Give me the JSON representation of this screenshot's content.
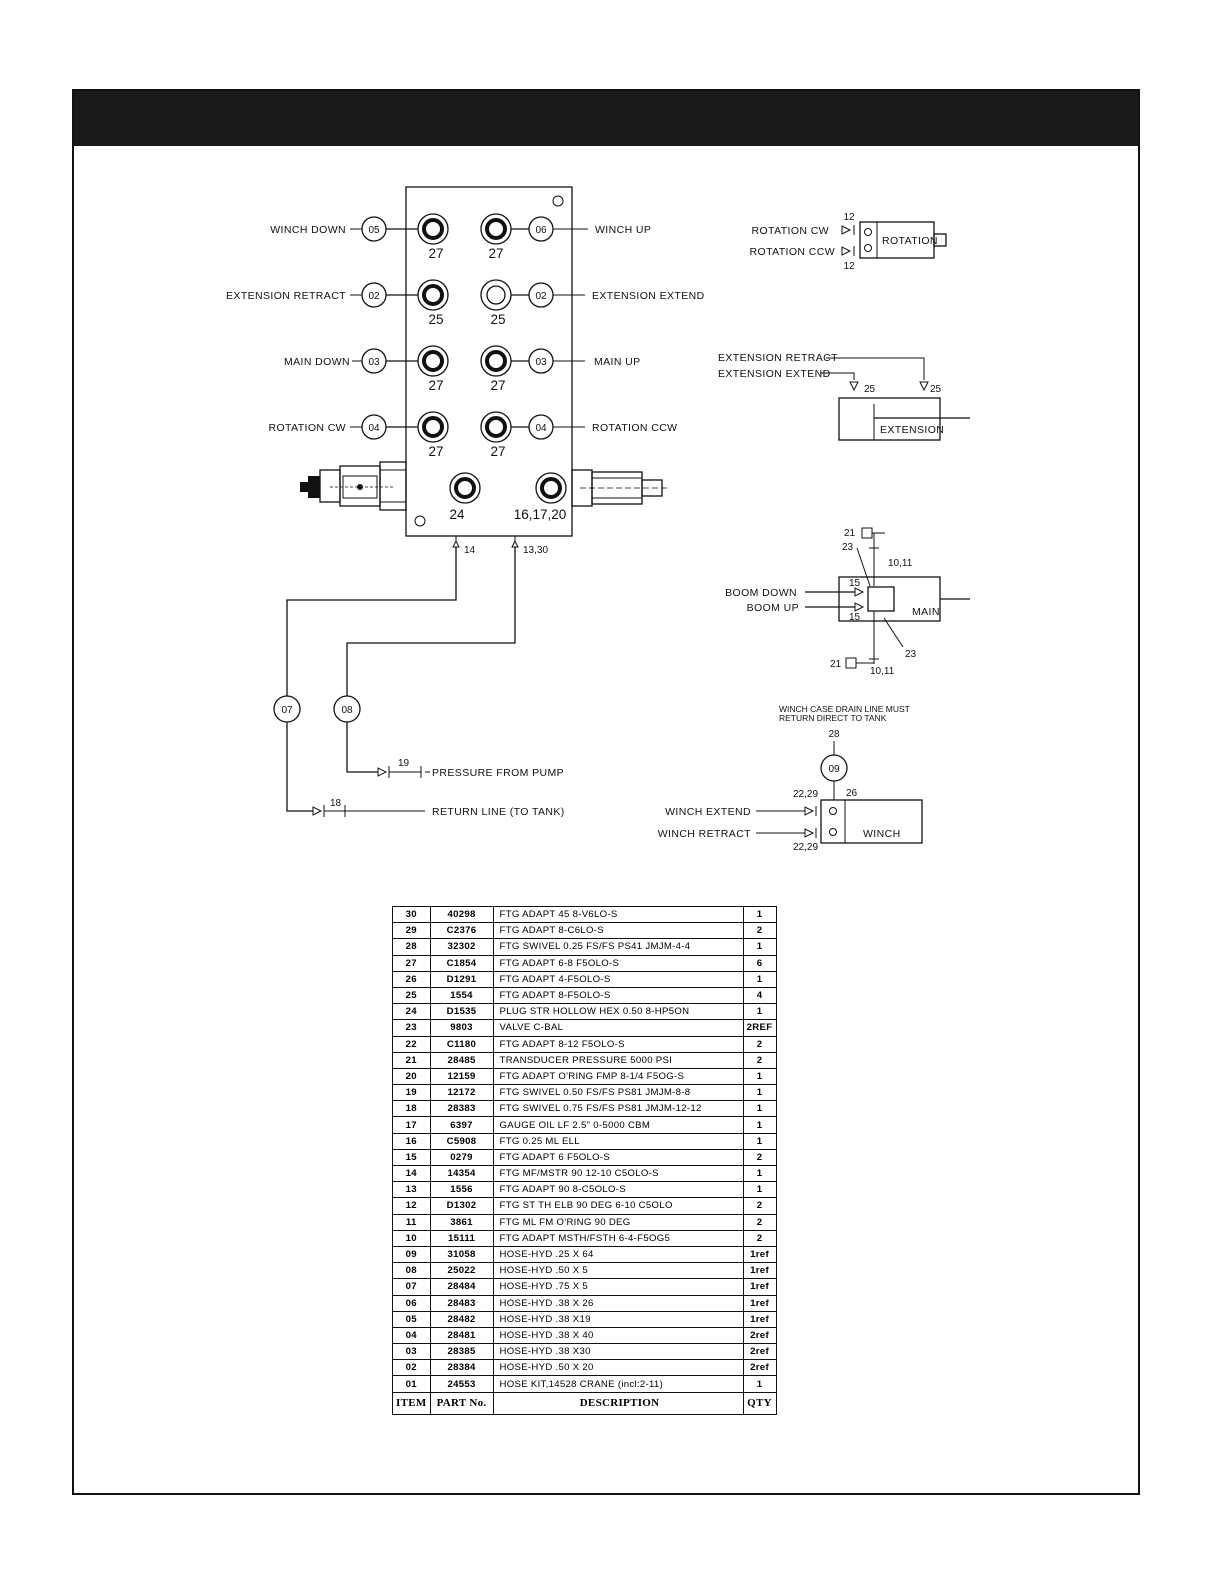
{
  "valve": {
    "left_labels": [
      "WINCH DOWN",
      "EXTENSION RETRACT",
      "MAIN DOWN",
      "ROTATION CW"
    ],
    "left_hoses": [
      "05",
      "02",
      "03",
      "04"
    ],
    "right_labels": [
      "WINCH UP",
      "EXTENSION EXTEND",
      "MAIN UP",
      "ROTATION CCW"
    ],
    "right_hoses": [
      "06",
      "02",
      "03",
      "04"
    ],
    "left_port_items": [
      "27",
      "25",
      "27",
      "27"
    ],
    "right_port_items": [
      "27",
      "25",
      "27",
      "27"
    ],
    "bottom_port_left": "24",
    "bottom_port_right": "16,17,20",
    "bottom_fitting_left": "14",
    "bottom_fitting_right": "13,30"
  },
  "supply": {
    "hose_return": "07",
    "hose_pressure": "08",
    "pressure_fitting": "19",
    "pressure_label": "PRESSURE FROM PUMP",
    "return_fitting": "18",
    "return_label": "RETURN LINE (TO TANK)"
  },
  "rotation": {
    "cw_label": "ROTATION CW",
    "ccw_label": "ROTATION CCW",
    "fitting_top": "12",
    "fitting_bottom": "12",
    "box_label": "ROTATION"
  },
  "extension": {
    "retract_label": "EXTENSION RETRACT",
    "extend_label": "EXTENSION EXTEND",
    "fitting_a": "25",
    "fitting_b": "25",
    "box_label": "EXTENSION"
  },
  "main_cyl": {
    "top_item": "21",
    "top_valve": "23",
    "top_fitting": "10,11",
    "down_label": "BOOM DOWN",
    "up_label": "BOOM UP",
    "fitting_down": "15",
    "fitting_up": "15",
    "box_label": "MAIN",
    "bottom_valve": "23",
    "bottom_item": "21",
    "bottom_fitting": "10,11"
  },
  "winch": {
    "note_line1": "WINCH CASE DRAIN LINE MUST",
    "note_line2": "RETURN DIRECT TO TANK",
    "drain_item": "28",
    "drain_hose": "09",
    "top_fitting": "22,29",
    "top_fitting_b": "26",
    "extend_label": "WINCH EXTEND",
    "retract_label": "WINCH RETRACT",
    "bottom_fitting": "22,29",
    "box_label": "WINCH"
  },
  "parts_table": {
    "headers": [
      "ITEM",
      "PART No.",
      "DESCRIPTION",
      "QTY"
    ],
    "rows": [
      [
        "30",
        "40298",
        "FTG ADAPT 45 8-V6LO-S",
        "1"
      ],
      [
        "29",
        "C2376",
        "FTG ADAPT 8-C6LO-S",
        "2"
      ],
      [
        "28",
        "32302",
        "FTG SWIVEL 0.25 FS/FS PS41 JMJM-4-4",
        "1"
      ],
      [
        "27",
        "C1854",
        "FTG ADAPT 6-8 F5OLO-S",
        "6"
      ],
      [
        "26",
        "D1291",
        "FTG ADAPT 4-F5OLO-S",
        "1"
      ],
      [
        "25",
        "1554",
        "FTG ADAPT 8-F5OLO-S",
        "4"
      ],
      [
        "24",
        "D1535",
        "PLUG STR HOLLOW HEX 0.50 8-HP5ON",
        "1"
      ],
      [
        "23",
        "9803",
        "VALVE C-BAL",
        "2REF"
      ],
      [
        "22",
        "C1180",
        "FTG ADAPT 8-12 F5OLO-S",
        "2"
      ],
      [
        "21",
        "28485",
        "TRANSDUCER PRESSURE 5000 PSI",
        "2"
      ],
      [
        "20",
        "12159",
        "FTG ADAPT O'RING FMP 8-1/4 F5OG-S",
        "1"
      ],
      [
        "19",
        "12172",
        "FTG SWIVEL 0.50 FS/FS PS81 JMJM-8-8",
        "1"
      ],
      [
        "18",
        "28383",
        "FTG SWIVEL 0.75 FS/FS PS81 JMJM-12-12",
        "1"
      ],
      [
        "17",
        "6397",
        "GAUGE OIL LF 2.5\" 0-5000 CBM",
        "1"
      ],
      [
        "16",
        "C5908",
        "FTG 0.25 ML ELL",
        "1"
      ],
      [
        "15",
        "0279",
        "FTG ADAPT 6 F5OLO-S",
        "2"
      ],
      [
        "14",
        "14354",
        "FTG MF/MSTR 90 12-10 C5OLO-S",
        "1"
      ],
      [
        "13",
        "1556",
        "FTG ADAPT 90 8-C5OLO-S",
        "1"
      ],
      [
        "12",
        "D1302",
        "FTG ST TH ELB 90 DEG 6-10 C5OLO",
        "2"
      ],
      [
        "11",
        "3861",
        "FTG ML FM O'RING 90 DEG",
        "2"
      ],
      [
        "10",
        "15111",
        "FTG ADAPT MSTH/FSTH 6-4-F5OG5",
        "2"
      ],
      [
        "09",
        "31058",
        "HOSE-HYD .25 X 64",
        "1ref"
      ],
      [
        "08",
        "25022",
        "HOSE-HYD .50 X 5",
        "1ref"
      ],
      [
        "07",
        "28484",
        "HOSE-HYD .75 X 5",
        "1ref"
      ],
      [
        "06",
        "28483",
        "HOSE-HYD .38 X 26",
        "1ref"
      ],
      [
        "05",
        "28482",
        "HOSE-HYD .38 X19",
        "1ref"
      ],
      [
        "04",
        "28481",
        "HOSE-HYD .38 X 40",
        "2ref"
      ],
      [
        "03",
        "28385",
        "HOSE-HYD .38 X30",
        "2ref"
      ],
      [
        "02",
        "28384",
        "HOSE-HYD .50 X 20",
        "2ref"
      ],
      [
        "01",
        "24553",
        "HOSE KIT,14528 CRANE (incl:2-11)",
        "1"
      ]
    ]
  }
}
